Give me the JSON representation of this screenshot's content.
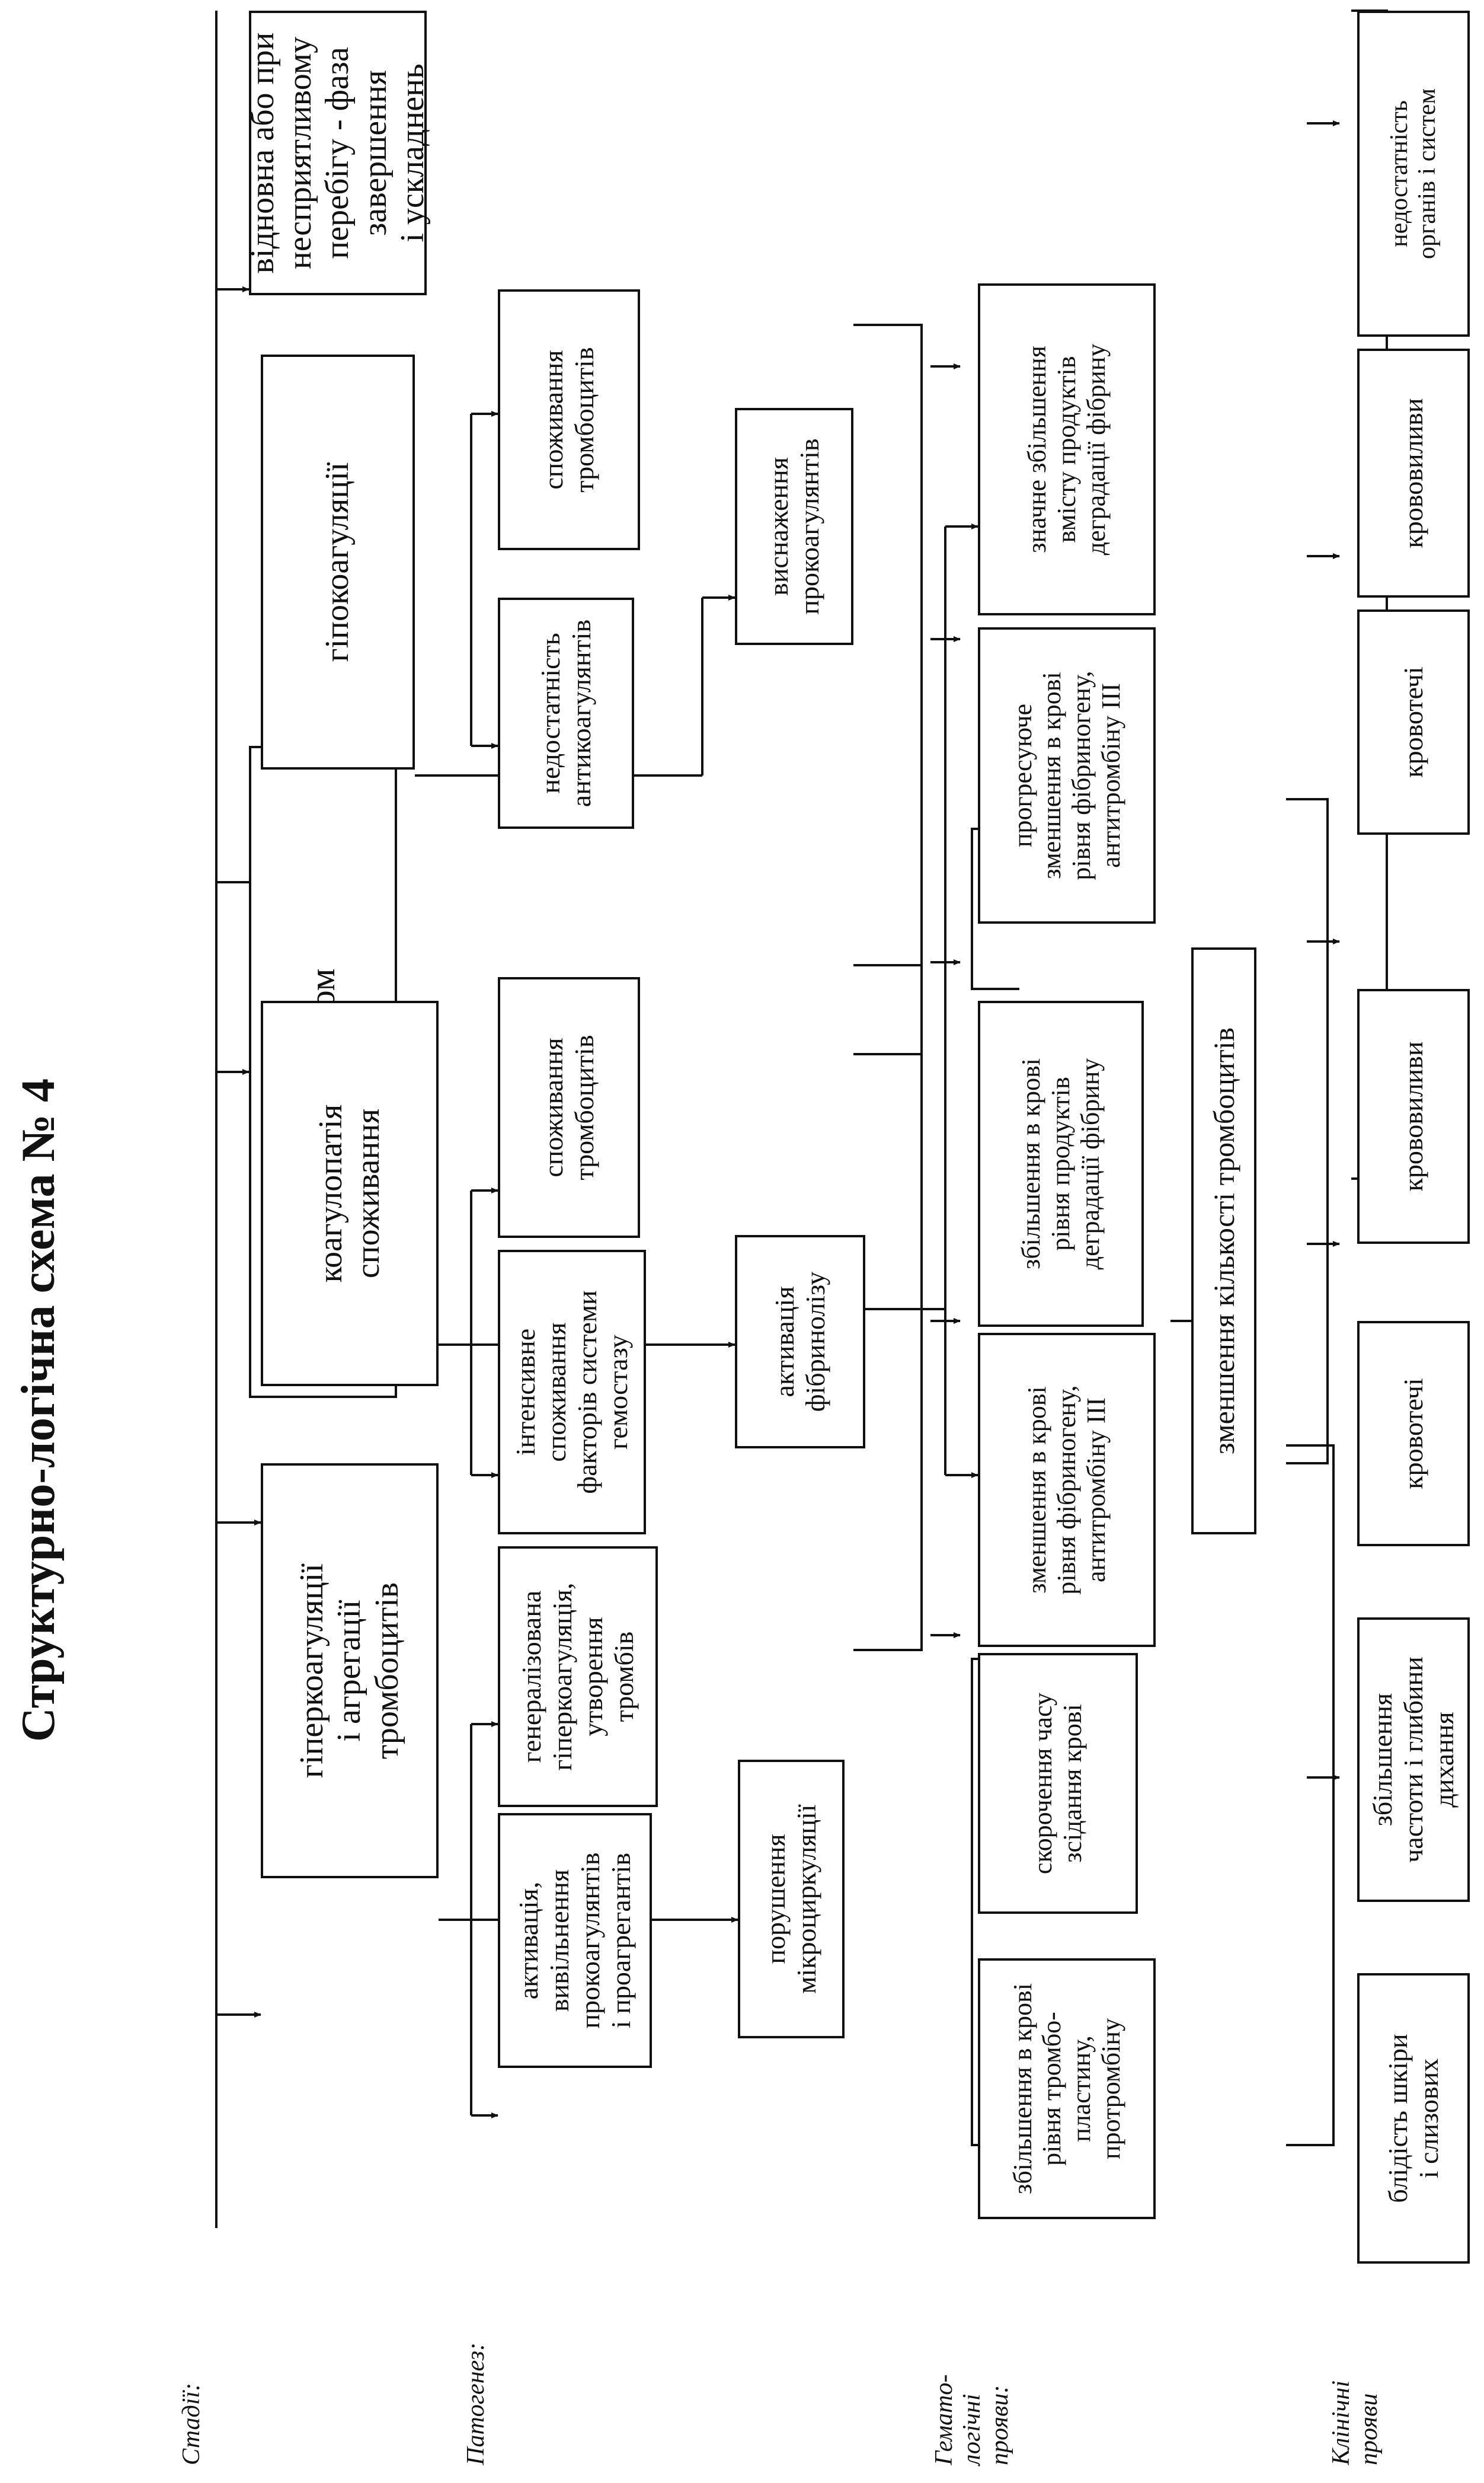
{
  "title": "Структурно-логічна схема № 4",
  "row_labels": {
    "stages": "Стадії:",
    "pathogenesis": "Патогенез:",
    "hematologic": "Гемато-\nлогічні\nпрояви:",
    "clinical": "Клінічні\nпрояви"
  },
  "root": "ДВЗ-синдром",
  "stages": {
    "hypercoagulation": "гіперкоагуляції\nі агрегації\nтромбоцитів",
    "consumption": "коагулопатія\nспоживання",
    "hypocoagulation": "гіпокоагуляції",
    "recovery": "відновна або при\nнесприятливому\nперебігу - фаза завершення\nі ускладнень"
  },
  "pathogenesis": {
    "activation_procoagulants": "активація,\nвивільнення\nпрокоагулянтів\nі проагрегантів",
    "generalized_hypercoagulation": "генералізована\nгіперкоагуляція,\nутворення\nтромбів",
    "microcirculation_disorder": "порушення\nмікроциркуляції",
    "intensive_consumption": "інтенсивне\nспоживання\nфакторів системи\nгемостазу",
    "platelet_consumption_1": "споживання\nтромбоцитів",
    "fibrinolysis_activation": "активація\nфібринолізу",
    "anticoagulant_insufficiency": "недостатність\nантикоагулянтів",
    "platelet_consumption_2": "споживання\nтромбоцитів",
    "procoagulant_exhaustion": "виснаження\nпрокоагулянтів"
  },
  "hematologic": {
    "increase_thromboplastin": "збільшення в крові\nрівня тромбо-\nпластину,\nпротромбіну",
    "shortened_clotting": "скорочення часу\nзсідання крові",
    "decrease_fibrinogen": "зменшення в крові\nрівня фібриногену,\nантитромбіну III",
    "increase_fdp": "збільшення в крові\nрівня продуктів\nдеградації фібрину",
    "progressive_decrease": "прогресуюче\nзменшення в крові\nрівня фібриногену,\nантитромбіну III",
    "significant_fdp": "значне збільшення\nвмісту продуктів\nдеградації фібрину",
    "platelet_decrease": "зменшення кількості тромбоцитів"
  },
  "clinical": {
    "pallor": "блідість шкіри\nі слизових",
    "breathing": "збільшення\nчастоти і глибини\nдихання",
    "bleeding_1": "кровотечі",
    "hemorrhage_1": "крововиливи",
    "bleeding_2": "кровотечі",
    "hemorrhage_2": "крововиливи",
    "organ_failure": "недостатність\nорганів і систем"
  }
}
